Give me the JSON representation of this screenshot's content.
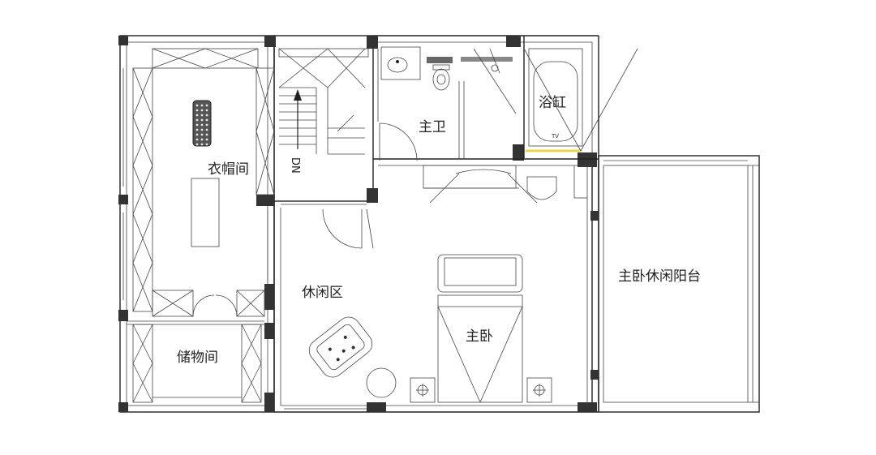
{
  "rooms": {
    "walk_in_closet": "衣帽间",
    "storage": "储物间",
    "lounge": "休闲区",
    "master_bath": "主卫",
    "bathtub": "浴缸",
    "master_bedroom": "主卧",
    "master_balcony": "主卧休闲阳台"
  },
  "stair_mark": "DN",
  "tv_mark": "TV",
  "colors": {
    "line": "#222222",
    "column": "#333333",
    "accent_yellow": "#e8d44d"
  }
}
